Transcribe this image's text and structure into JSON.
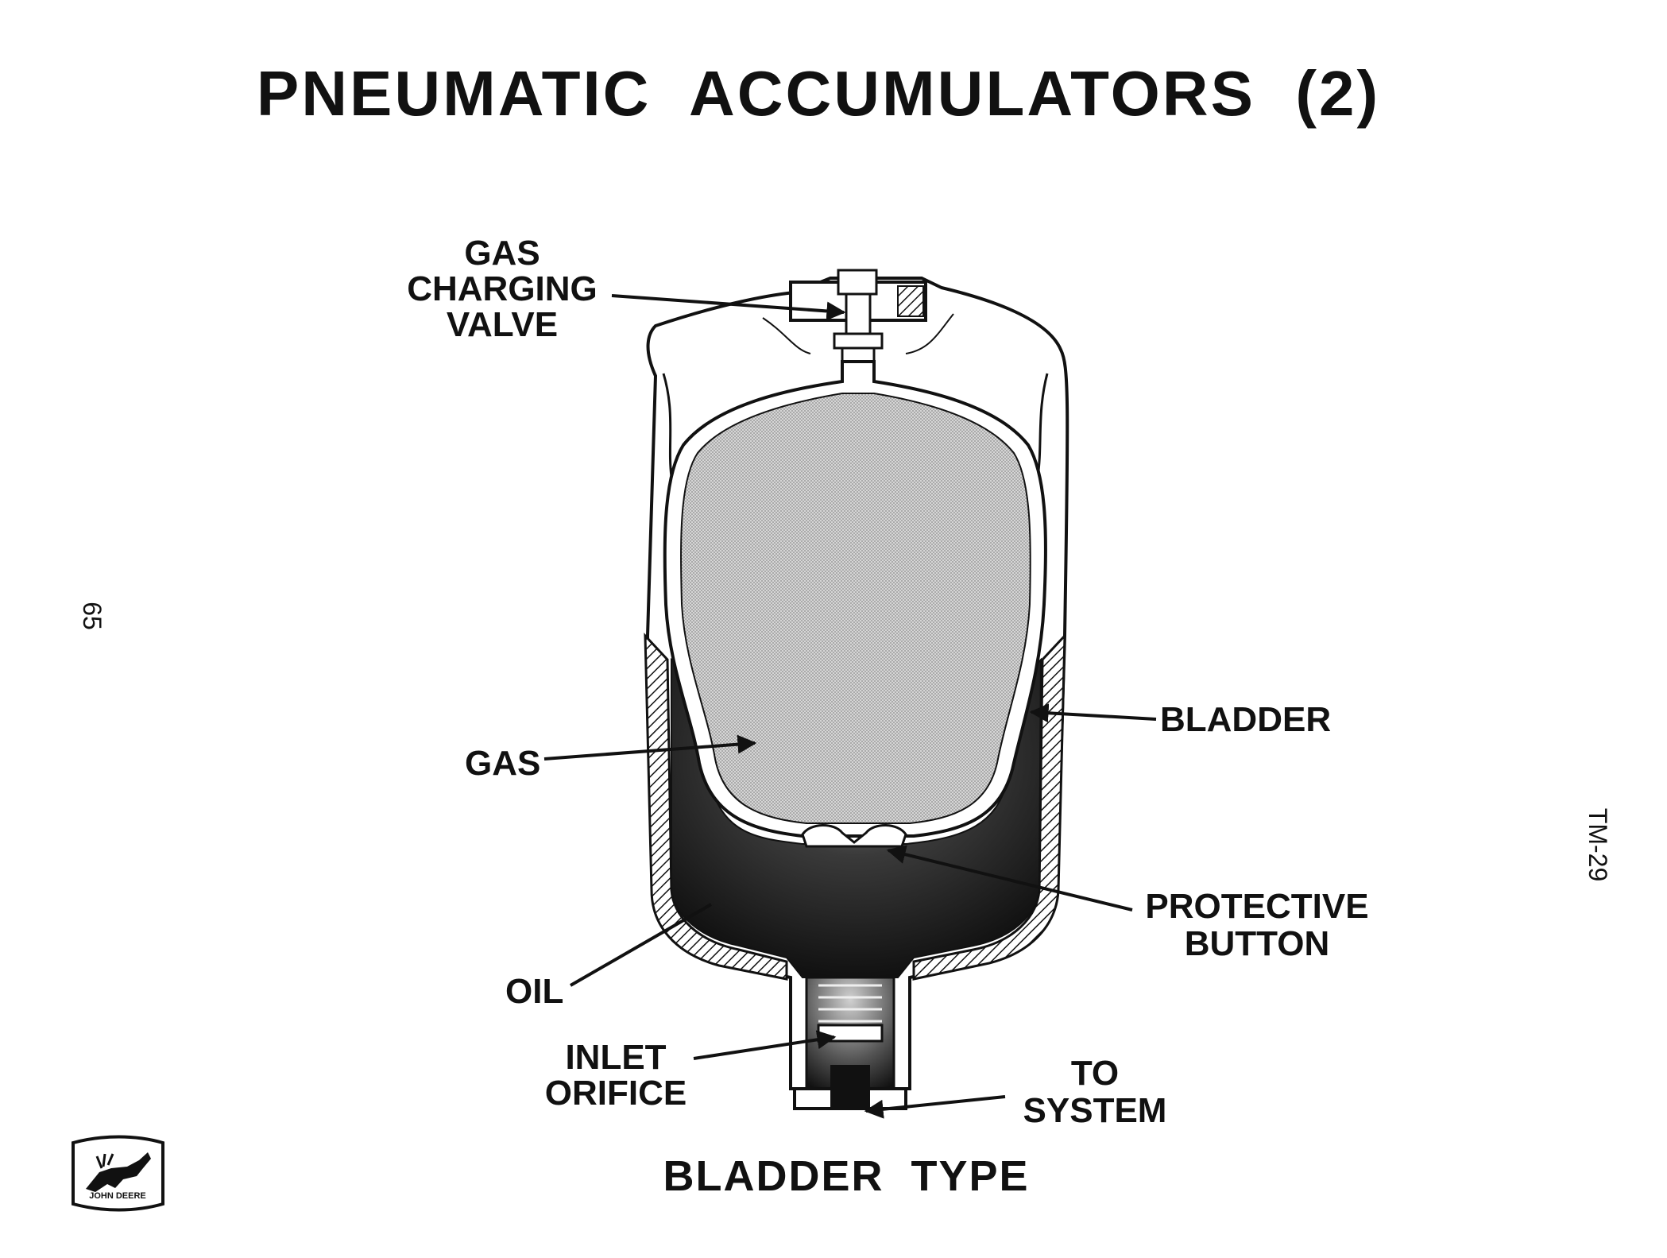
{
  "title": "PNEUMATIC  ACCUMULATORS  (2)",
  "caption": "BLADDER  TYPE",
  "page_number": "65",
  "doc_code": "TM-29",
  "logo_text": "JOHN DEERE",
  "labels": {
    "gas_charging_valve": [
      "GAS",
      "CHARGING",
      "VALVE"
    ],
    "bladder": [
      "BLADDER"
    ],
    "gas": [
      "GAS"
    ],
    "protective_button": [
      "PROTECTIVE",
      "BUTTON"
    ],
    "oil": [
      "OIL"
    ],
    "inlet_orifice": [
      "INLET",
      "ORIFICE"
    ],
    "to_system": [
      "TO",
      "SYSTEM"
    ]
  },
  "colors": {
    "ink": "#111111",
    "gas_fill": "#c9c9c9",
    "oil_fill": "#1a1a1a",
    "background": "#ffffff"
  }
}
